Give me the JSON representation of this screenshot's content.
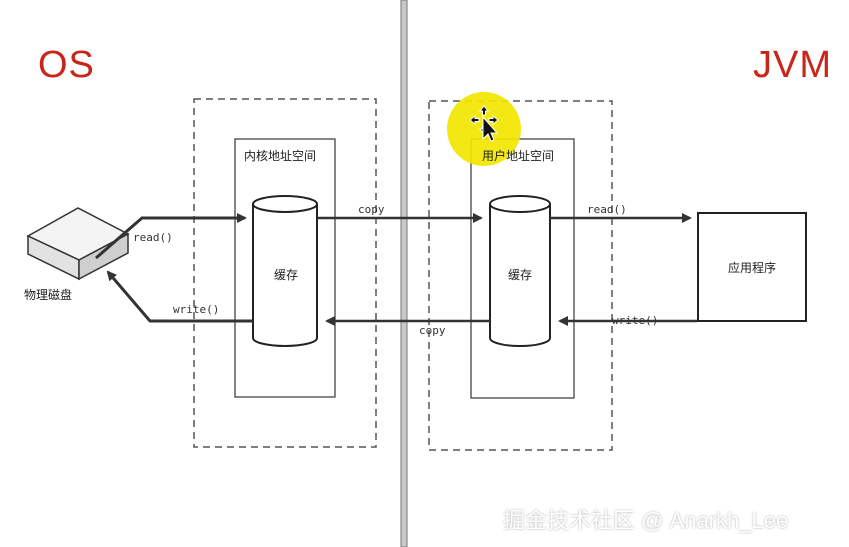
{
  "left_title": "OS",
  "right_title": "JVM",
  "kernel_space": {
    "title": "内核地址空间",
    "cache": "缓存"
  },
  "user_space": {
    "title": "用户地址空间",
    "cache": "缓存"
  },
  "disk": {
    "label": "物理磁盘"
  },
  "app": {
    "label": "应用程序"
  },
  "arrows": {
    "disk_read": "read()",
    "disk_write": "write()",
    "copy_top": "copy",
    "copy_bottom": "copy",
    "app_read": "read()",
    "app_write": "write()"
  },
  "watermark": "掘金技术社区 @ Anarkh_Lee",
  "colors": {
    "title_red": "#c8261a",
    "cursor_highlight": "#f2e600",
    "line": "#333333"
  }
}
